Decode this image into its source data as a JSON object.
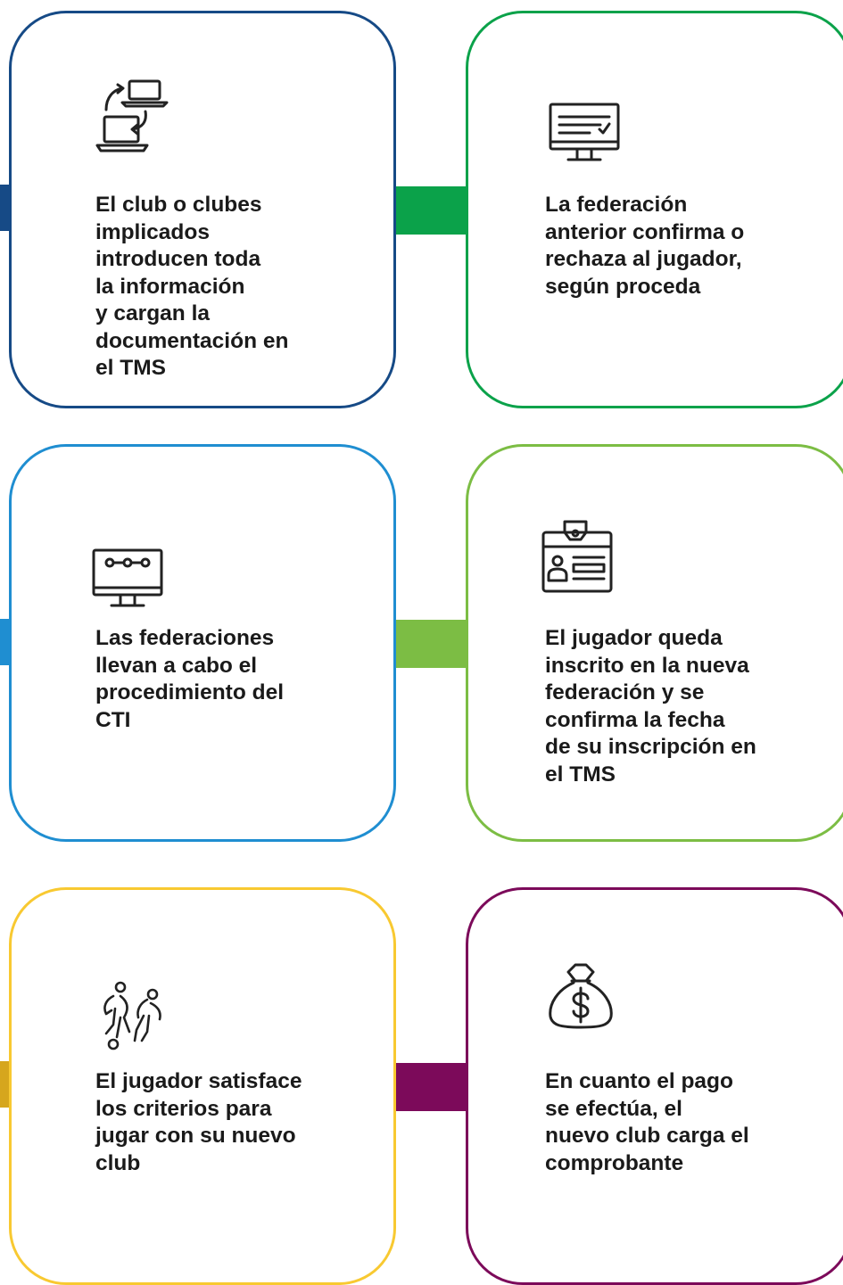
{
  "colors": {
    "step1": "#164a86",
    "step2": "#0ba24a",
    "step3": "#1f8ed1",
    "step4": "#7cbd44",
    "step5": "#f8c931",
    "step6": "#7c0a5a"
  },
  "steps": [
    {
      "text": "El club o clubes\nimplicados\nintroducen toda\nla información\ny cargan la\ndocumentación en\nel TMS",
      "icon": "laptops-transfer-icon"
    },
    {
      "text": "La federación\nanterior confirma o\nrechaza al jugador,\nsegún proceda",
      "icon": "monitor-checklist-icon"
    },
    {
      "text": "Las federaciones\nllevan a cabo el\nprocedimiento del\nCTI",
      "icon": "monitor-process-icon"
    },
    {
      "text": "El jugador queda\ninscrito en la nueva\nfederación y se\nconfirma la fecha\nde su inscripción en\nel TMS",
      "icon": "id-badge-icon"
    },
    {
      "text": "El jugador satisface\nlos criterios para\njugar con su nuevo\nclub",
      "icon": "soccer-players-icon"
    },
    {
      "text": "En cuanto el pago\nse efectúa, el\nnuevo club carga el\ncomprobante",
      "icon": "money-bag-icon"
    }
  ]
}
